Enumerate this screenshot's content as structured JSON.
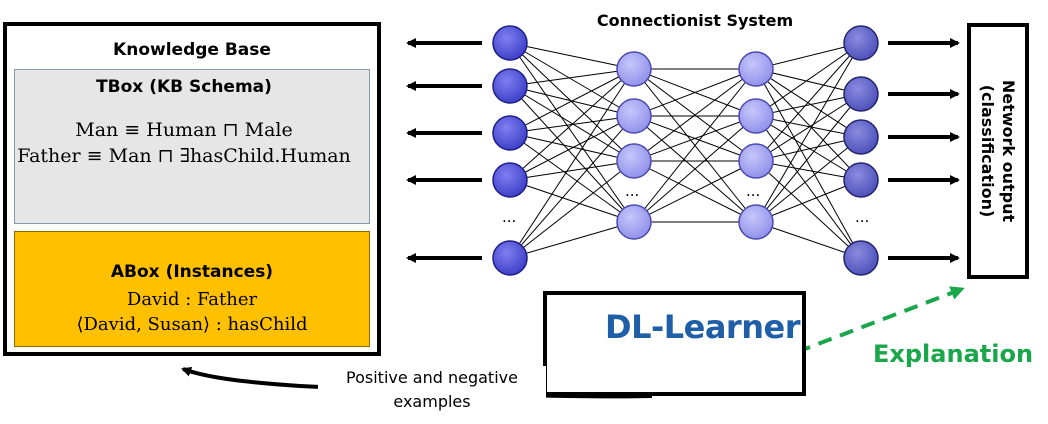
{
  "knowledge_base": {
    "title": "Knowledge Base",
    "tbox": {
      "title": "TBox (KB Schema)",
      "axioms": [
        "Man ≡ Human ⊓ Male",
        "Father ≡ Man ⊓ ∃hasChild.Human"
      ]
    },
    "abox": {
      "title": "ABox (Instances)",
      "assertions": [
        "David : Father",
        "⟨David, Susan⟩ : hasChild"
      ]
    }
  },
  "network": {
    "title": "Connectionist System",
    "ellipsis": "..."
  },
  "output": {
    "label_line1": "Network output",
    "label_line2": "(classification)"
  },
  "dl_learner": {
    "name": "DL-Learner"
  },
  "explanation": "Explanation",
  "examples_label": {
    "line1": "Positive and negative",
    "line2": "examples"
  },
  "colors": {
    "input_node": "#4a4cd9",
    "hidden_node": "#9999f0",
    "output_node": "#5a5cc8",
    "abox_fill": "#ffc000",
    "tbox_fill": "#e6e6e6",
    "explanation_green": "#1aa64a",
    "dl_blue": "#1f5fa8"
  }
}
